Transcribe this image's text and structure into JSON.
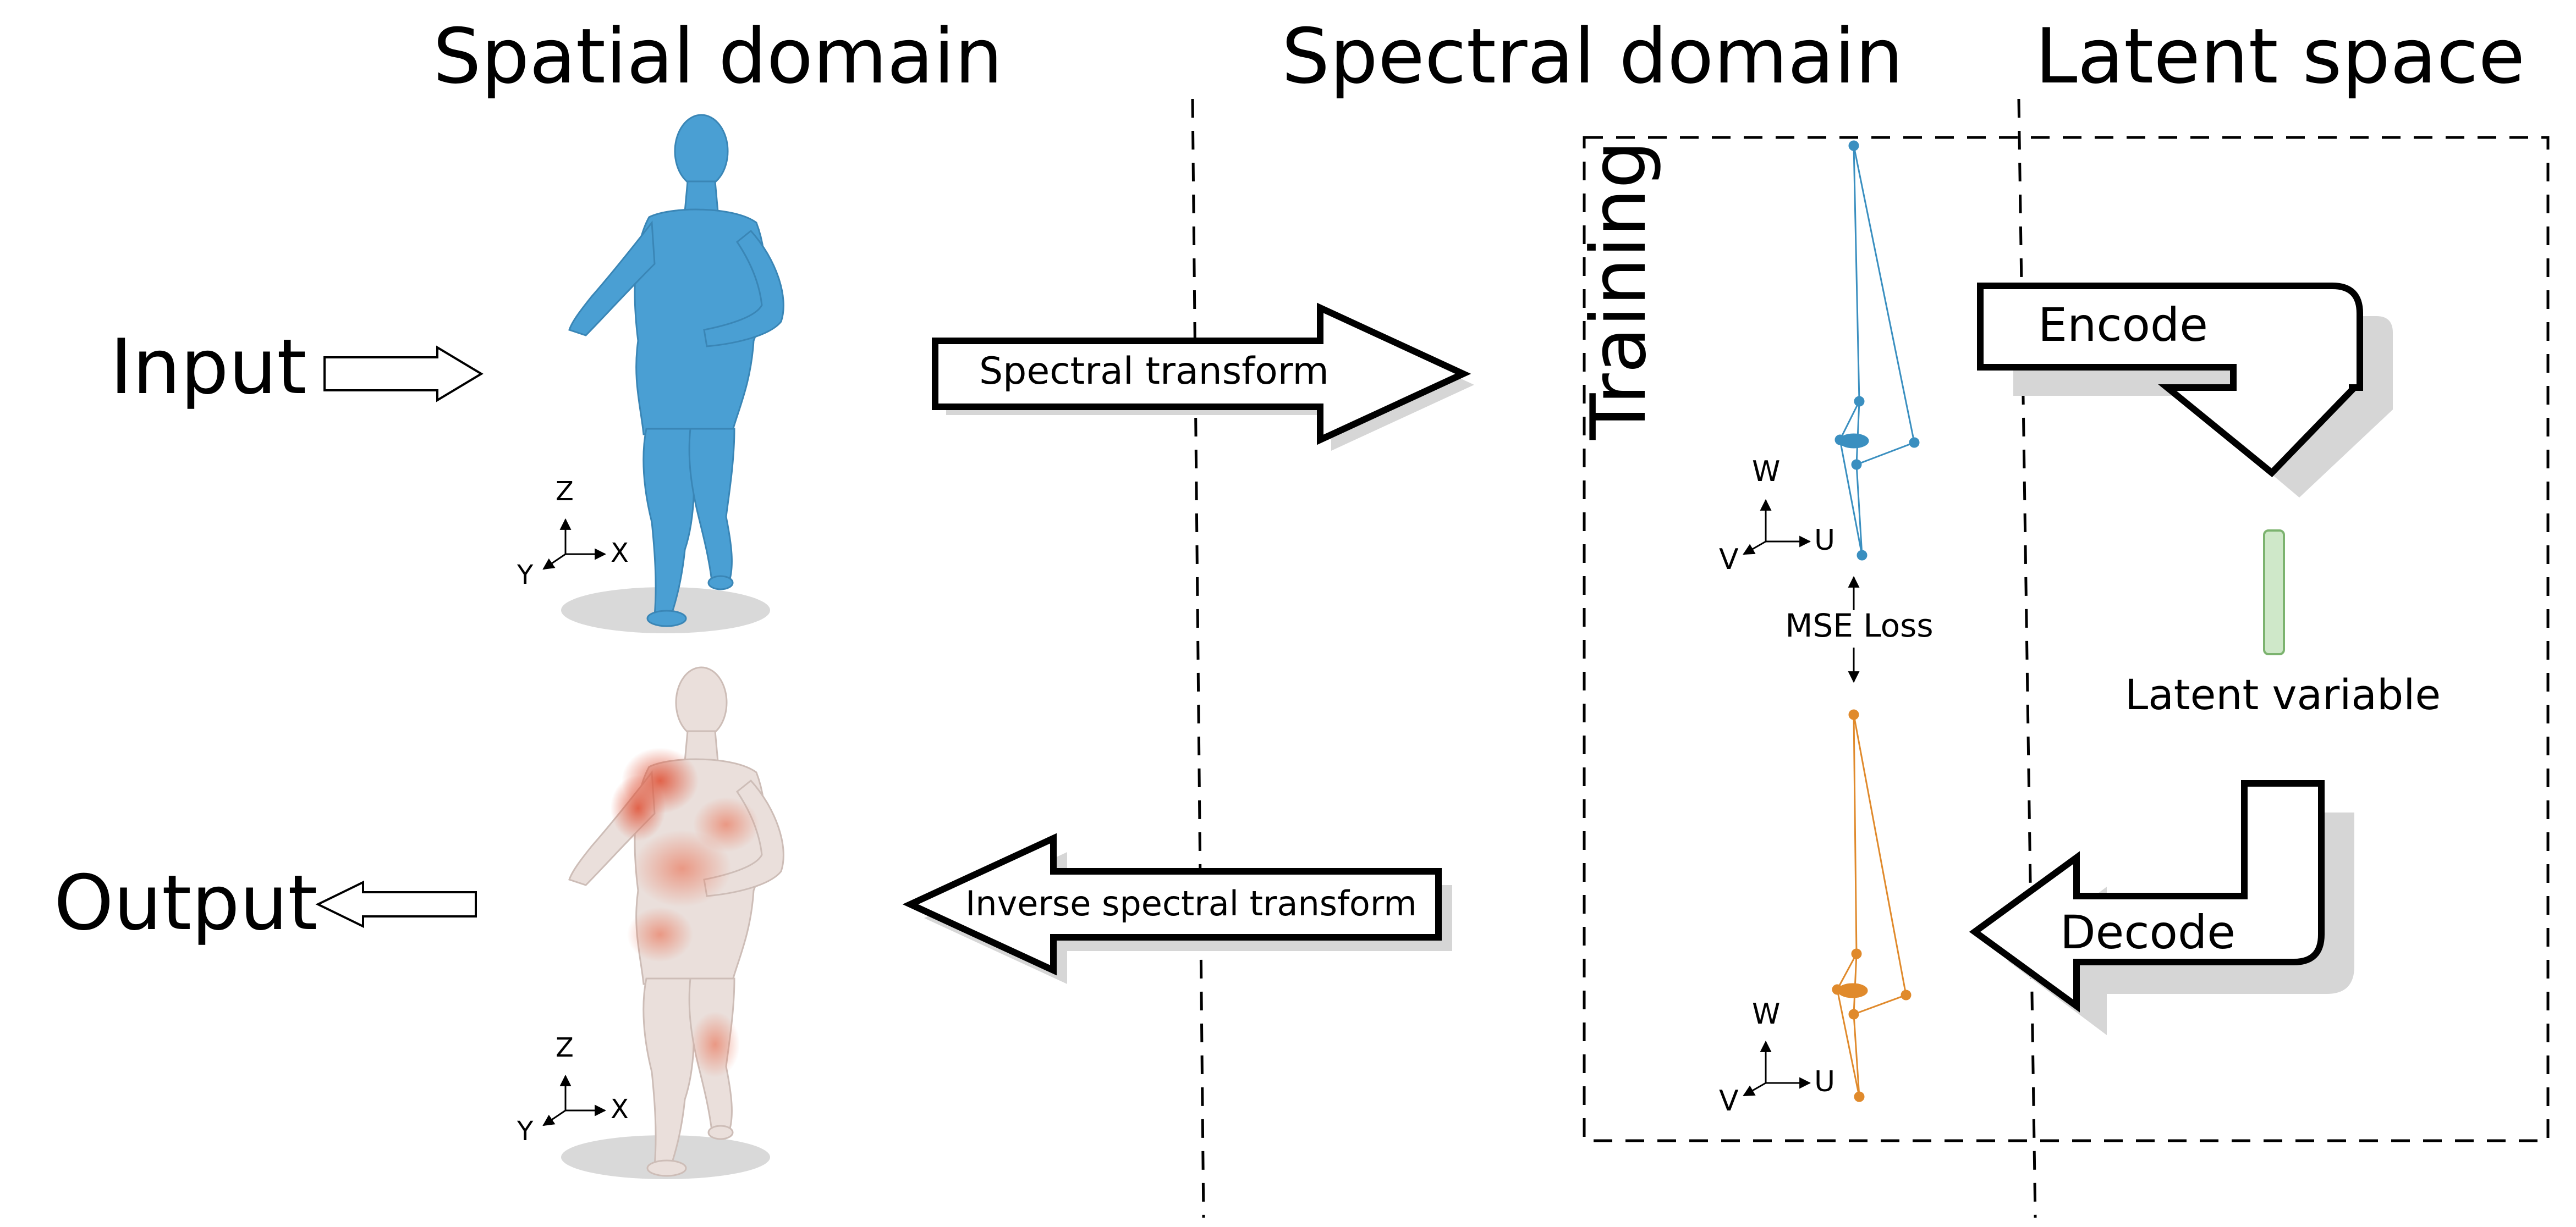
{
  "headings": {
    "spatial": "Spatial domain",
    "spectral": "Spectral domain",
    "latent": "Latent space"
  },
  "labels": {
    "input": "Input",
    "output": "Output",
    "training": "Training",
    "spectral_transform": "Spectral transform",
    "inverse_spectral_transform": "Inverse spectral transform",
    "encode": "Encode",
    "decode": "Decode",
    "latent_variable": "Latent variable",
    "mse_loss": "MSE Loss"
  },
  "axes": {
    "spatial": {
      "z": "Z",
      "x": "X",
      "y": "Y"
    },
    "spectral": {
      "w": "W",
      "u": "U",
      "v": "V"
    }
  },
  "colors": {
    "input_body": "#4a9fd3",
    "output_body": "#eadfdb",
    "output_heat": "#e86a4f",
    "spectral_input": "#3a8fc0",
    "spectral_output": "#e08a2c",
    "latent_fill": "#cfe8c9",
    "latent_stroke": "#7cb36f",
    "shadow": "#d9d9d9"
  }
}
